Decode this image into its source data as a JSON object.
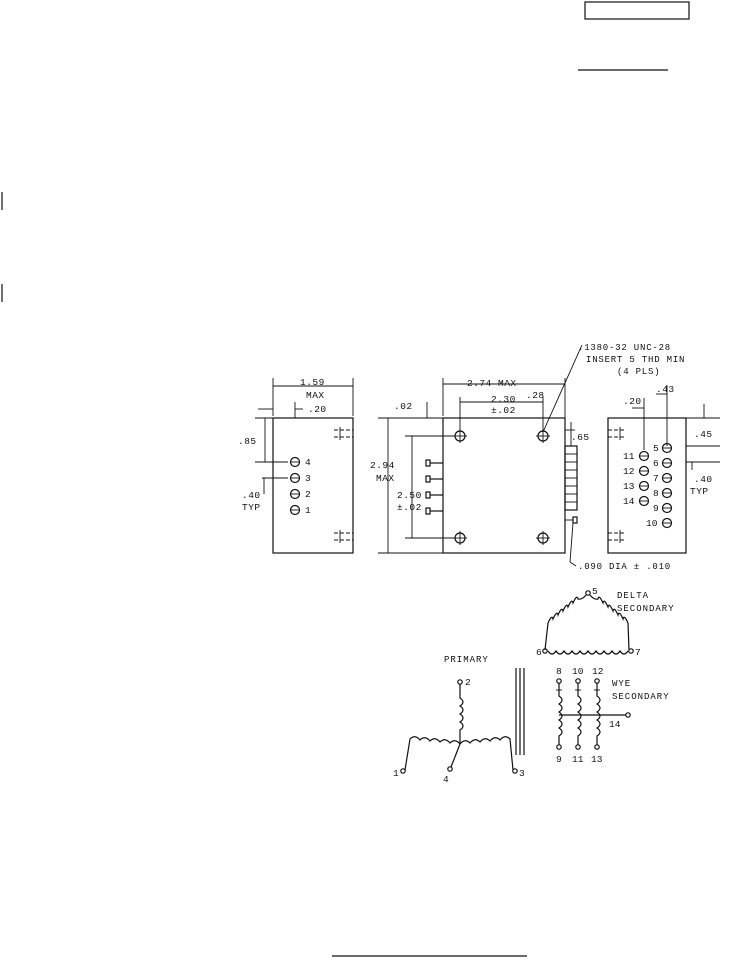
{
  "outline": {
    "side_left": {
      "dim_width": "1.59",
      "dim_width_note": "MAX",
      "dim_pin_offset": ".20",
      "dim_top_to_pin": ".85",
      "dim_pitch": ".40",
      "dim_pitch_note": "TYP",
      "pins": [
        "4",
        "3",
        "2",
        "1"
      ]
    },
    "front": {
      "dim_length": "2.74 MAX",
      "dim_spacing": "2.30",
      "dim_spacing_tol": "±.02",
      "dim_edge": ".28",
      "dim_gap": ".02",
      "dim_height": "2.94",
      "dim_height_note": "MAX",
      "dim_vert_spacing": "2.50",
      "dim_vert_tol": "±.02",
      "dim_terminal": ".65",
      "insert_note_line1": ".1380-32 UNC-28",
      "insert_note_line2": "INSERT 5 THD MIN",
      "insert_note_line3": "(4 PLS)",
      "dia_note": ".090 DIA ± .010"
    },
    "side_right": {
      "dim_offset": ".20",
      "dim_pitch_h": ".43",
      "dim_top": ".45",
      "dim_pitch_v": ".40",
      "dim_pitch_note": "TYP",
      "pins_left": [
        "11",
        "12",
        "13",
        "14"
      ],
      "pins_right": [
        "5",
        "6",
        "7",
        "8",
        "9",
        "10"
      ]
    }
  },
  "schematic": {
    "primary_label": "PRIMARY",
    "primary_terminals": [
      "2",
      "4",
      "1",
      "3"
    ],
    "delta_label_1": "DELTA",
    "delta_label_2": "SECONDARY",
    "delta_terminals": [
      "5",
      "6",
      "7"
    ],
    "wye_label_1": "WYE",
    "wye_label_2": "SECONDARY",
    "wye_top_terminals": [
      "8",
      "10",
      "12"
    ],
    "wye_bottom_terminals": [
      "9",
      "11",
      "13"
    ],
    "wye_neutral_terminal": "14"
  }
}
